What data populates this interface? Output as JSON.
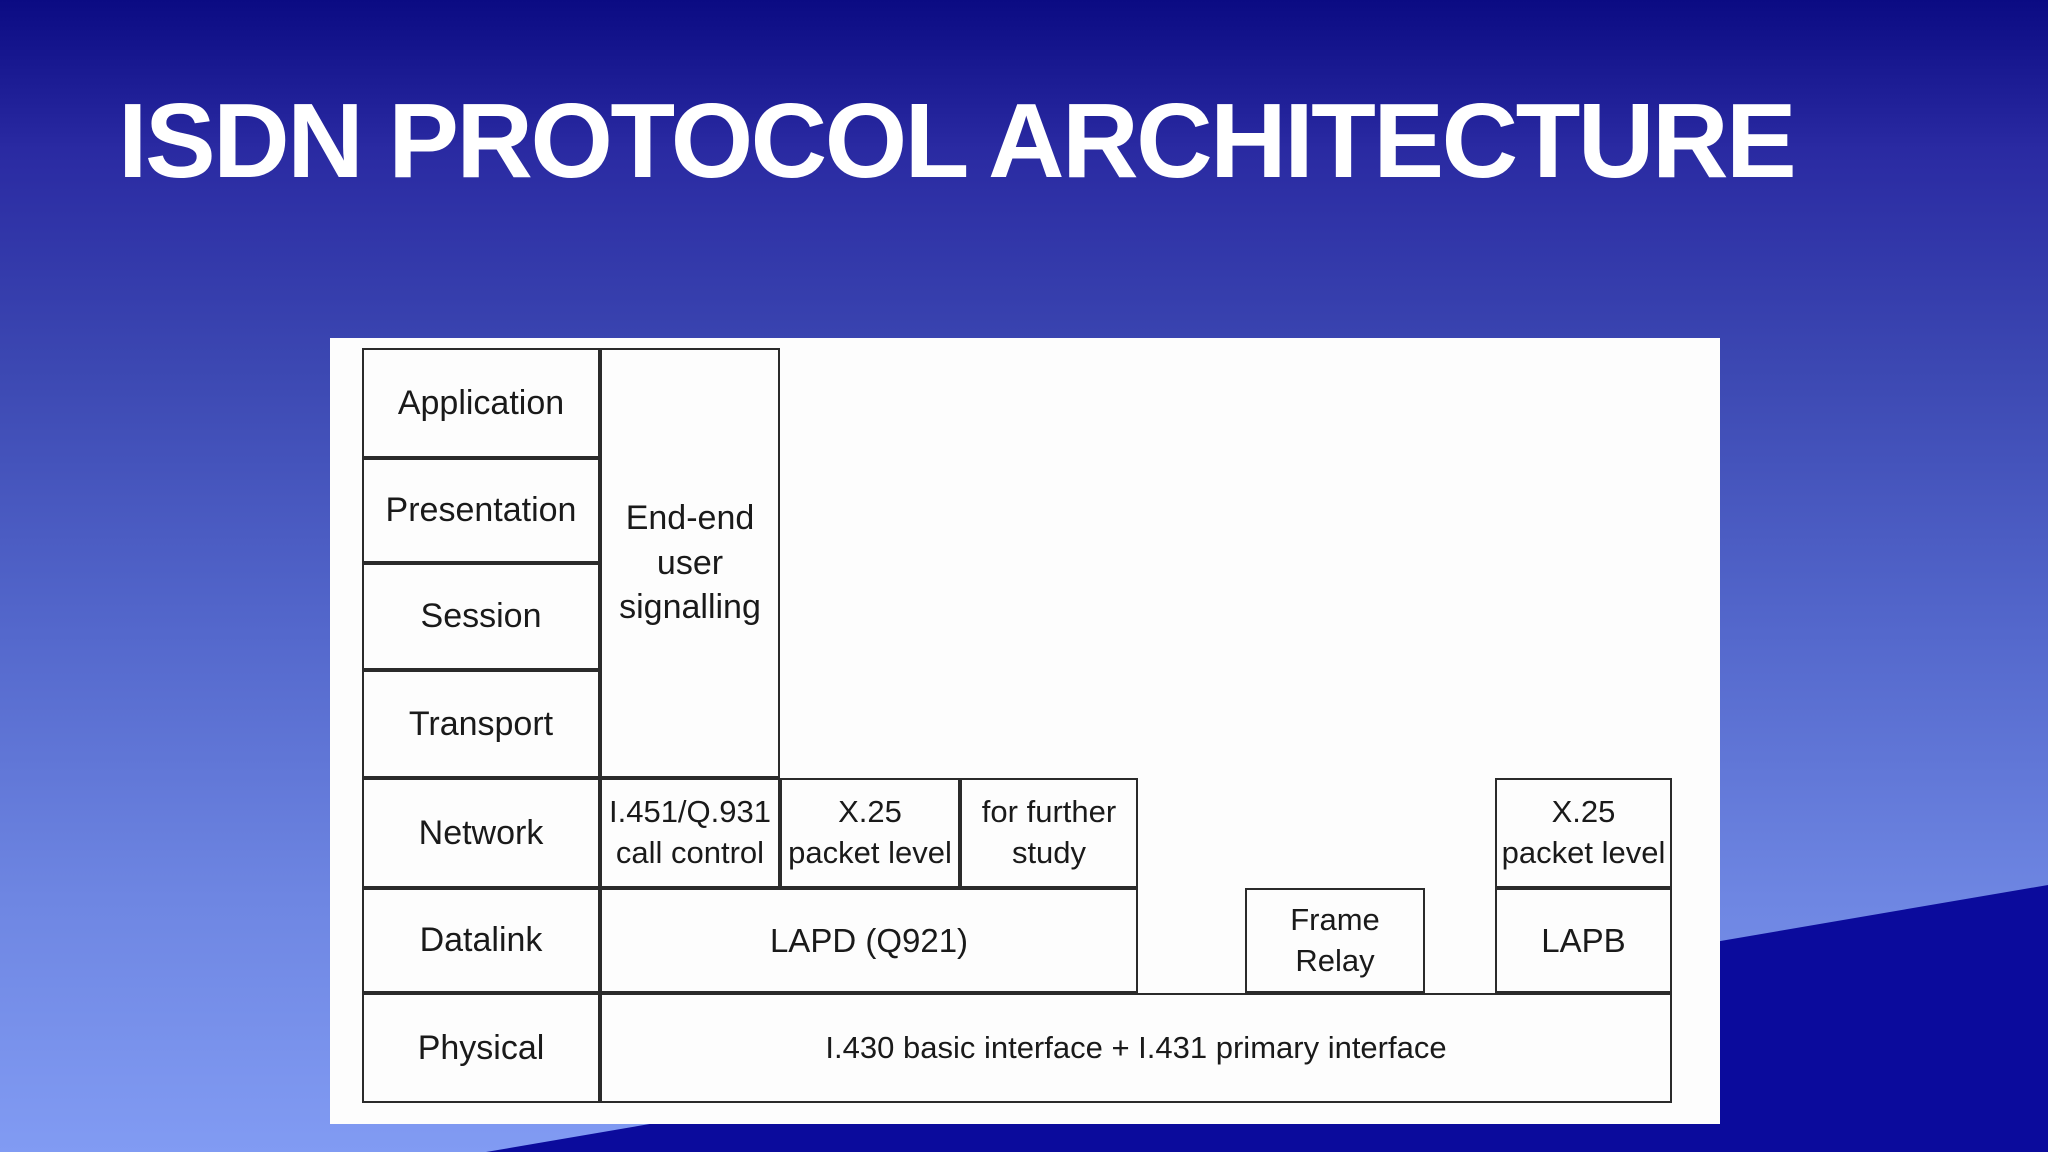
{
  "slide": {
    "title": "ISDN PROTOCOL ARCHITECTURE"
  },
  "colors": {
    "background_top": "#0b0b83",
    "background_upper": "#2a2aa2",
    "background_mid": "#5468cc",
    "background_bottom": "#819bf3",
    "corner_triangle": "#0b0b9c",
    "panel_bg": "#fdfdfd",
    "cell_border": "#2b2b2b",
    "diagram_text": "#1a1a1a",
    "title_text": "#ffffff"
  },
  "diagram": {
    "layers": [
      "Application",
      "Presentation",
      "Session",
      "Transport",
      "Network",
      "Datalink",
      "Physical"
    ],
    "end_end_signalling": "End-end\nuser\nsignalling",
    "network": {
      "call_control": "I.451/Q.931\ncall control",
      "x25_packet_level_left": "X.25\npacket level",
      "further_study": "for further\nstudy",
      "x25_packet_level_right": "X.25\npacket level"
    },
    "datalink": {
      "lapd": "LAPD (Q921)",
      "frame_relay": "Frame\nRelay",
      "lapb": "LAPB"
    },
    "physical": {
      "interfaces": "I.430 basic interface + I.431 primary interface"
    }
  }
}
